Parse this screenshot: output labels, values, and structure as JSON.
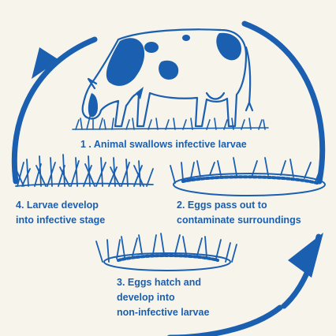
{
  "colors": {
    "ink": "#1a5fb0",
    "paper": "#f7f4ec"
  },
  "illustrations": {
    "center": "cow-grazing",
    "grass_icon": "grass-tuft-icon",
    "egg_patch_icon": "dung-pat-icon",
    "cycle_arrows": "circular-arrow-icon"
  },
  "steps": {
    "step1": {
      "lines": [
        "1 .  Animal swallows infective larvae"
      ]
    },
    "step4": {
      "lines": [
        "4.  Larvae develop",
        "into infective stage"
      ]
    },
    "step2": {
      "lines": [
        "2.  Eggs pass out  to",
        "contaminate surroundings"
      ]
    },
    "step3": {
      "lines": [
        "3.  Eggs hatch and",
        "develop into",
        "non-infective larvae"
      ]
    }
  }
}
